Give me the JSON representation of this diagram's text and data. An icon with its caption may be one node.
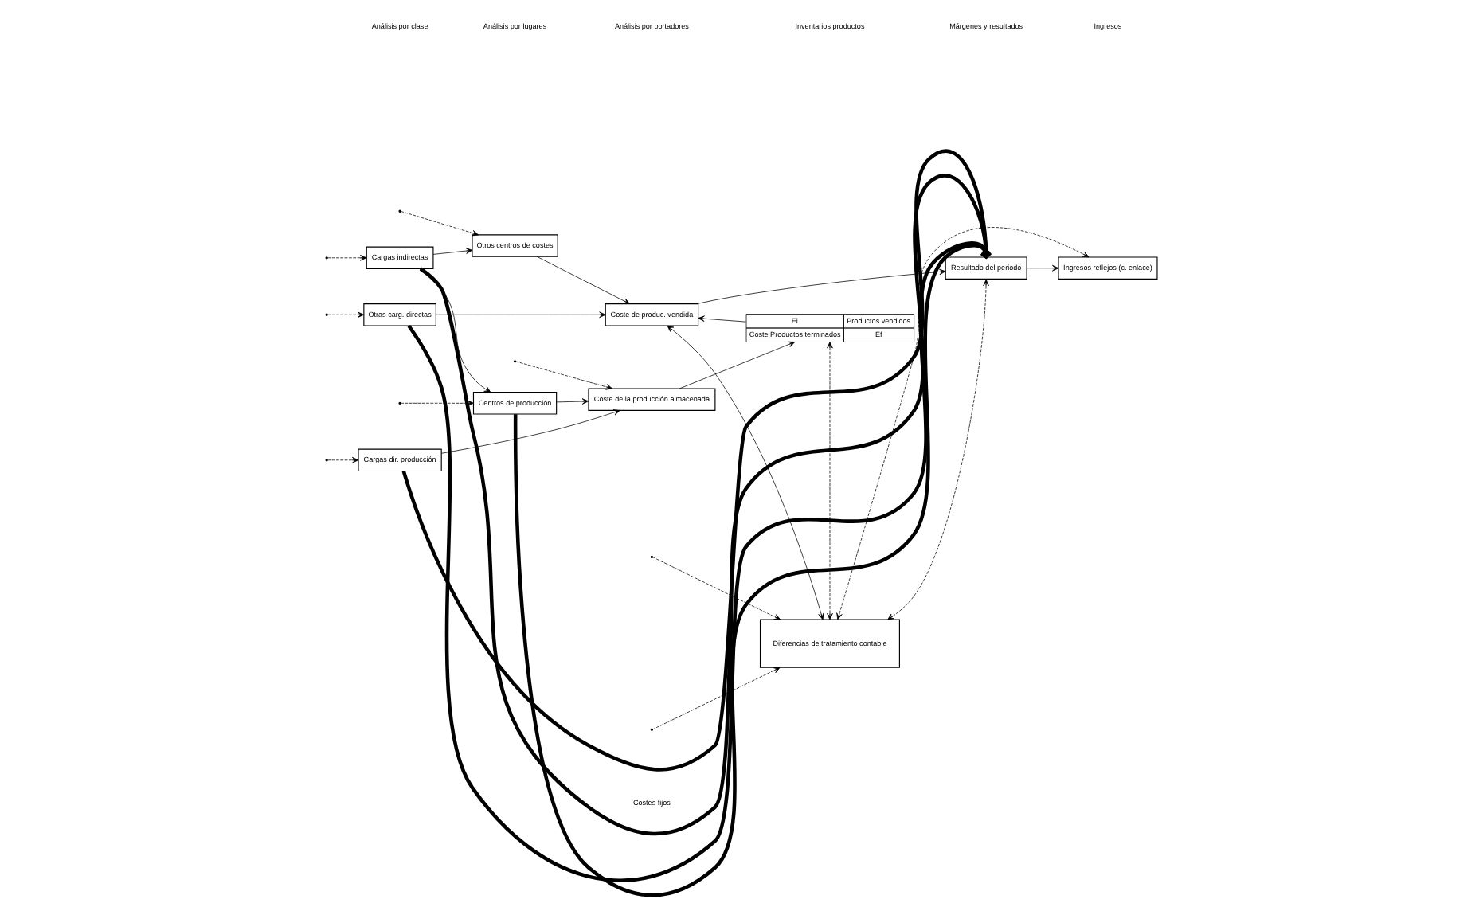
{
  "diagram": {
    "nodes": [
      {
        "text": [
          "Cargas dir. producción"
        ]
      },
      {
        "text": [
          "Cargas indirectas"
        ]
      },
      {
        "text": [
          "Otras carg. directas"
        ]
      },
      {
        "text": [
          "Centros de producción"
        ]
      },
      {
        "text": [
          "Otros centros de costes"
        ]
      },
      {
        "text": [
          "Coste de la producción almacenada"
        ]
      },
      {
        "text": [
          "Ei",
          "Productos vendidos",
          "Coste Productos terminados",
          "Ef"
        ]
      },
      {
        "text": [
          "Coste de produc. vendida"
        ]
      },
      {
        "text": [
          "Diferencias de tratamiento contable"
        ]
      },
      {
        "text": [
          "Resultado del periodo"
        ]
      },
      {
        "text": [
          "Ingresos reflejos (c. enlace)"
        ]
      }
    ],
    "edges": [
      {
        "from": 0,
        "to": 5,
        "arrow": "to"
      },
      {
        "from": 1,
        "to": 3,
        "arrow": "to"
      },
      {
        "from": 1,
        "to": 4,
        "arrow": "to"
      },
      {
        "from": 3,
        "to": 5,
        "arrow": "to"
      },
      {
        "from": 5,
        "to": 6,
        "arrow": "to"
      },
      {
        "from": 6,
        "to": 7,
        "arrow": "to"
      },
      {
        "from": 4,
        "to": 7,
        "arrow": "to"
      },
      {
        "from": 2,
        "to": 7,
        "arrow": "to"
      },
      {
        "from": 7,
        "to": 9,
        "arrow": "to"
      },
      {
        "from": 9,
        "to": 10,
        "arrow": "to"
      },
      {
        "from": 7,
        "to": 8,
        "arrow": "both"
      },
      {
        "from": 0,
        "to": 9,
        "arrow": "to",
        "style": "thick"
      },
      {
        "from": 1,
        "to": 9,
        "arrow": "to",
        "style": "thick",
        "label": "Costes fijos"
      },
      {
        "from": 2,
        "to": 9,
        "arrow": "to",
        "style": "thick"
      },
      {
        "from": 3,
        "to": 9,
        "arrow": "to",
        "style": "thick"
      },
      {
        "from": null,
        "to": 0,
        "arrow": "to",
        "style": "dashed"
      },
      {
        "from": null,
        "to": 1,
        "arrow": "to",
        "style": "dashed"
      },
      {
        "from": null,
        "to": 2,
        "arrow": "to",
        "style": "dashed"
      },
      {
        "from": null,
        "to": 8,
        "arrow": "to",
        "style": "dashed"
      },
      {
        "from": null,
        "to": 5,
        "arrow": "to",
        "style": "dashed"
      },
      {
        "from": null,
        "to": 3,
        "arrow": "to",
        "style": "dashed"
      },
      {
        "from": null,
        "to": 4,
        "arrow": "to",
        "style": "dashed"
      },
      {
        "from": null,
        "to": 8,
        "arrow": "to",
        "style": "dashed"
      },
      {
        "from": 8,
        "to": 6,
        "arrow": "both",
        "style": "dashed"
      },
      {
        "from": 8,
        "to": 9,
        "arrow": "both",
        "style": "dashed"
      },
      {
        "from": 8,
        "to": 10,
        "arrow": "both",
        "style": "dashed"
      }
    ],
    "labels": [
      "Análisis por clase",
      "Análisis por lugares",
      "Análisis por portadores",
      "Inventarios productos",
      "Márgenes y resultados",
      "Ingresos"
    ]
  }
}
